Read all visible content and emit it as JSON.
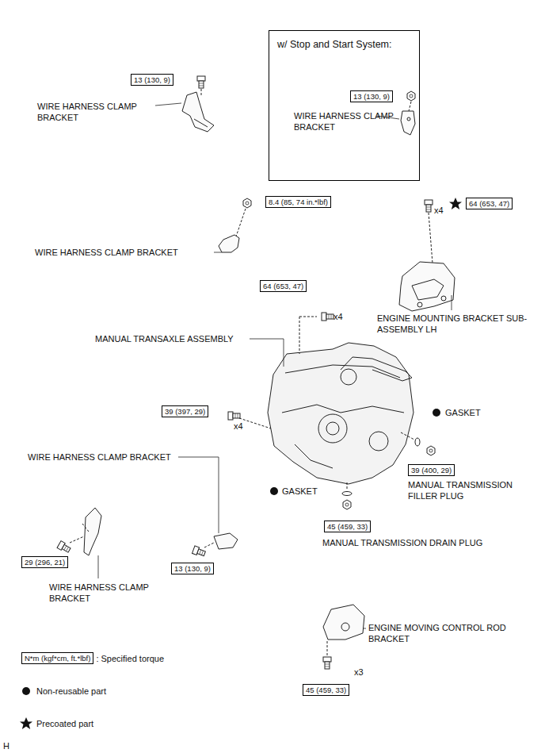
{
  "diagram": {
    "nodes": [
      {
        "text": [
          "w/ Stop and Start System:"
        ]
      },
      {
        "text": [
          "13 (130, 9)"
        ],
        "in": 0
      },
      {
        "text": [
          "13 (130, 9)"
        ]
      },
      {
        "text": [
          "8.4 (85, 74 in.*lbf)"
        ]
      },
      {
        "text": [
          "64 (653, 47)"
        ]
      },
      {
        "text": [
          "64 (653, 47)"
        ]
      },
      {
        "text": [
          "39 (397, 29)"
        ]
      },
      {
        "text": [
          "39 (400, 29)"
        ]
      },
      {
        "text": [
          "45 (459, 33)"
        ]
      },
      {
        "text": [
          "29 (296, 21)"
        ]
      },
      {
        "text": [
          "13 (130, 9)"
        ]
      },
      {
        "text": [
          "45 (459, 33)"
        ]
      },
      {
        "text": [
          "N*m (kgf*cm, ft.*lbf)"
        ]
      }
    ],
    "labels": [
      "WIRE HARNESS CLAMP BRACKET",
      "WIRE HARNESS CLAMP BRACKET",
      "WIRE HARNESS CLAMP BRACKET",
      "ENGINE MOUNTING BRACKET SUB-ASSEMBLY LH",
      "x4",
      "MANUAL TRANSAXLE ASSEMBLY",
      "x4",
      "GASKET",
      "x4",
      "GASKET",
      "MANUAL TRANSMISSION FILLER PLUG",
      "WIRE HARNESS CLAMP BRACKET",
      "MANUAL TRANSMISSION DRAIN PLUG",
      "WIRE HARNESS CLAMP BRACKET",
      "ENGINE MOVING CONTROL ROD BRACKET",
      "x3",
      ": Specified torque",
      "H"
    ],
    "legend": [
      {
        "text": "Non-reusable part"
      },
      {
        "text": "Precoated part"
      }
    ]
  }
}
